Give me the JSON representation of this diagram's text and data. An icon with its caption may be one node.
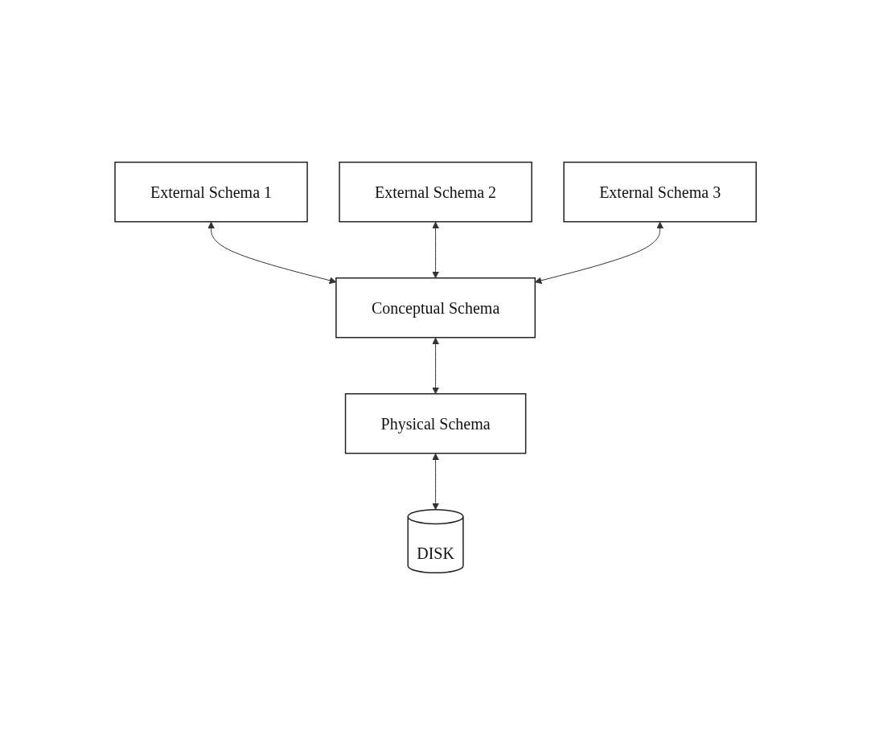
{
  "diagram": {
    "nodes": [
      {
        "text": [
          "External Schema 1"
        ]
      },
      {
        "text": [
          "External Schema 2"
        ]
      },
      {
        "text": [
          "External Schema 3"
        ]
      },
      {
        "text": [
          "Conceptual Schema"
        ]
      },
      {
        "text": [
          "Physical Schema"
        ]
      },
      {
        "text": [
          "DISK"
        ]
      }
    ],
    "edges": [
      {
        "from": 0,
        "to": 3,
        "arrow": "both"
      },
      {
        "from": 1,
        "to": 3,
        "arrow": "both"
      },
      {
        "from": 2,
        "to": 3,
        "arrow": "both"
      },
      {
        "from": 3,
        "to": 4,
        "arrow": "both"
      },
      {
        "from": 4,
        "to": 5,
        "arrow": "both"
      }
    ]
  }
}
